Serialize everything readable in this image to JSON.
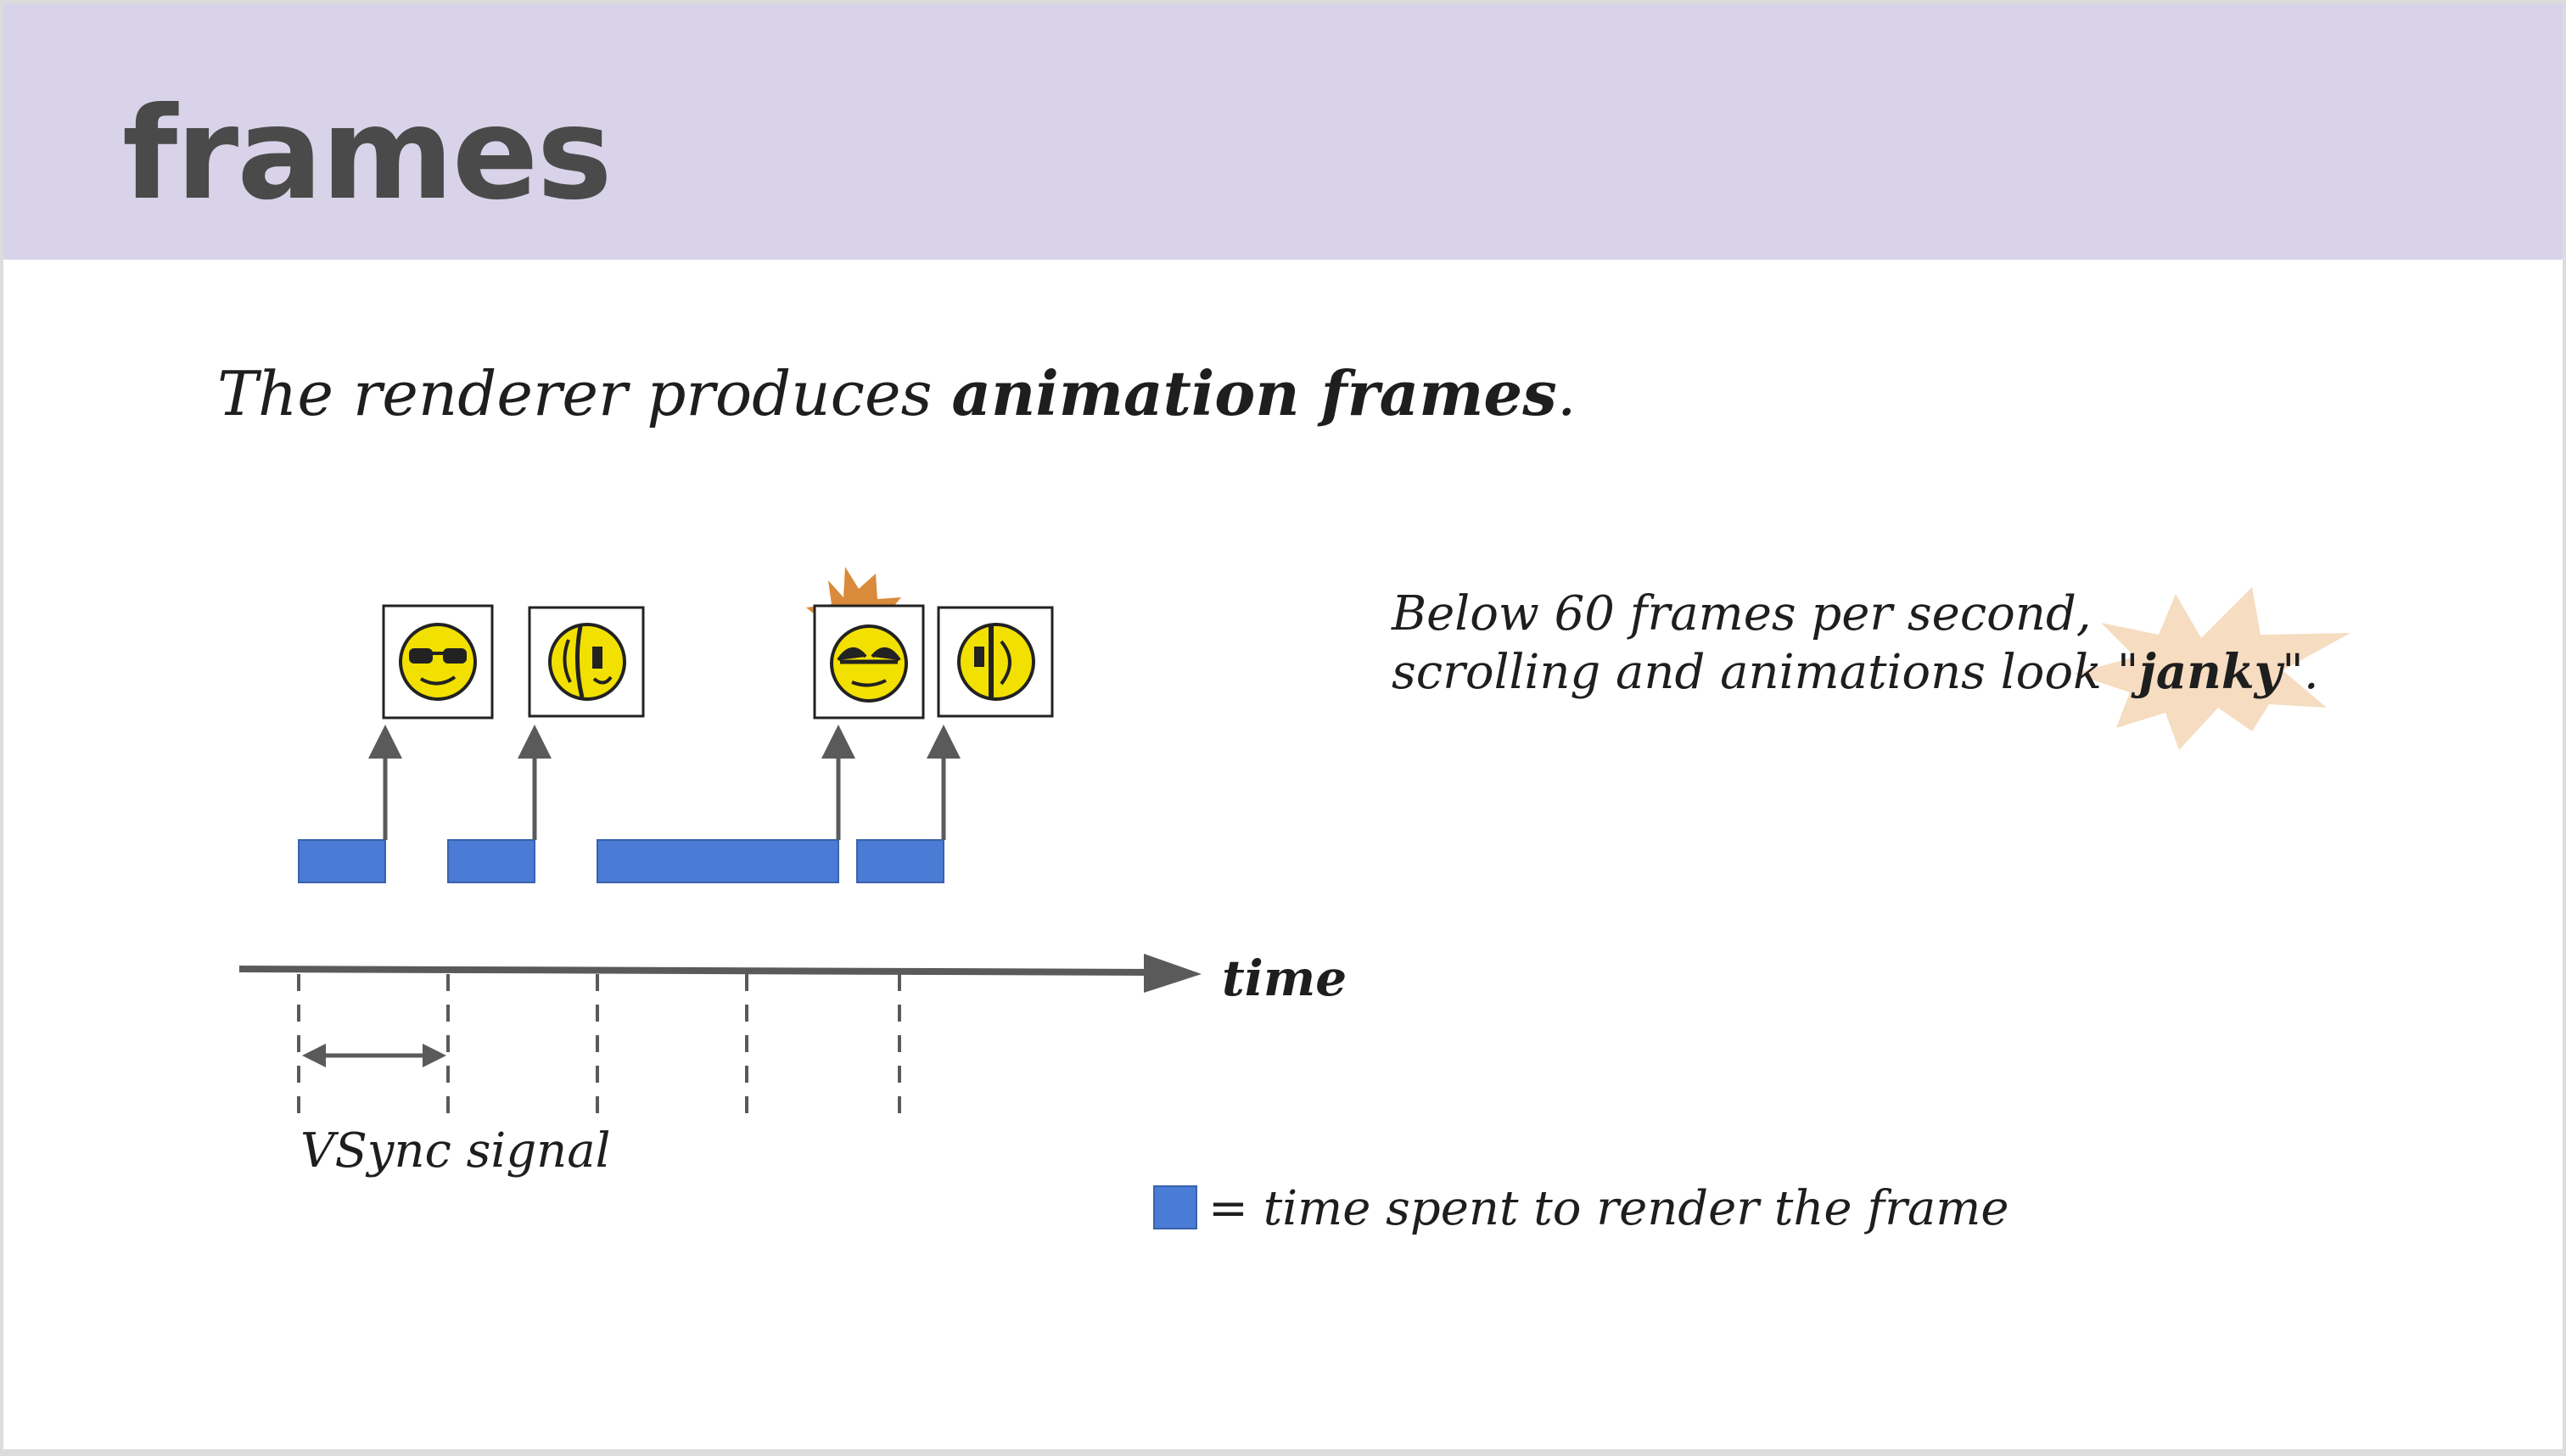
{
  "slide": {
    "title": "frames",
    "subtitle_pre": "The renderer produces ",
    "subtitle_bold": "animation frames",
    "subtitle_post": "."
  },
  "note": {
    "line1": "Below 60 frames per second,",
    "line2_pre": "scrolling and animations look \"",
    "line2_bold": "janky",
    "line2_post": "\"."
  },
  "diagram": {
    "time_label": "time",
    "vsync_label": "VSync signal",
    "legend_label": "= time spent to render the frame",
    "colors": {
      "render_block": "#4a7bd5",
      "axis": "#5a5a5a",
      "burst": "#d98a3a",
      "burst_light": "#f6dcc0",
      "face": "#f2e000"
    },
    "frames": [
      {
        "icon": "sunglasses-face-icon"
      },
      {
        "icon": "turning-face-icon"
      },
      {
        "icon": "tilted-face-icon"
      },
      {
        "icon": "half-face-icon"
      }
    ]
  }
}
